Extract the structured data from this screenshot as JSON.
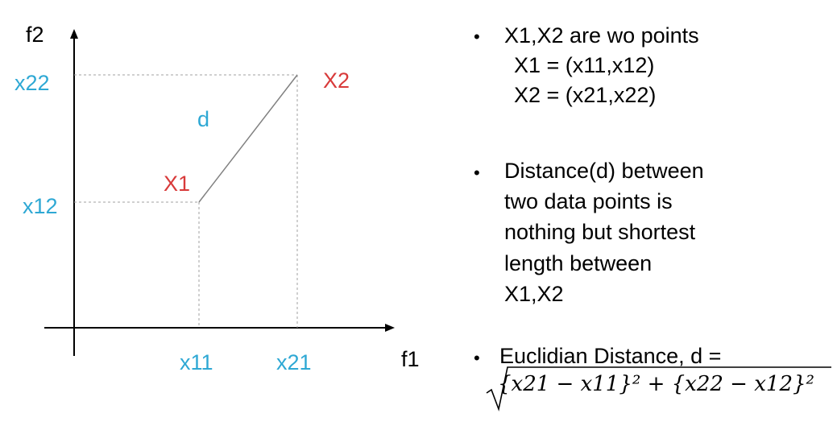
{
  "diagram": {
    "axis_y_label": "f2",
    "axis_x_label": "f1",
    "tick_x22": "x22",
    "tick_x12": "x12",
    "tick_x11": "x11",
    "tick_x21": "x21",
    "point_x1_label": "X1",
    "point_x2_label": "X2",
    "distance_label": "d",
    "colors": {
      "blue": "#2ea8d4",
      "red": "#d83a3a",
      "axis": "#000000",
      "dashed": "#a0a0a0",
      "line": "#808080"
    }
  },
  "bullets": {
    "b1_line1": "X1,X2 are wo points",
    "b1_line2": "X1 = (x11,x12)",
    "b1_line3": "X2 = (x21,x22)",
    "b2_line1": "Distance(d) between",
    "b2_line2": "two data points is",
    "b2_line3": "nothing but shortest",
    "b2_line4": "length between",
    "b2_line5": "X1,X2",
    "b3_line1": "Euclidian Distance, d =",
    "formula": "{x21 − x11}² + {x22 − x12}²"
  }
}
